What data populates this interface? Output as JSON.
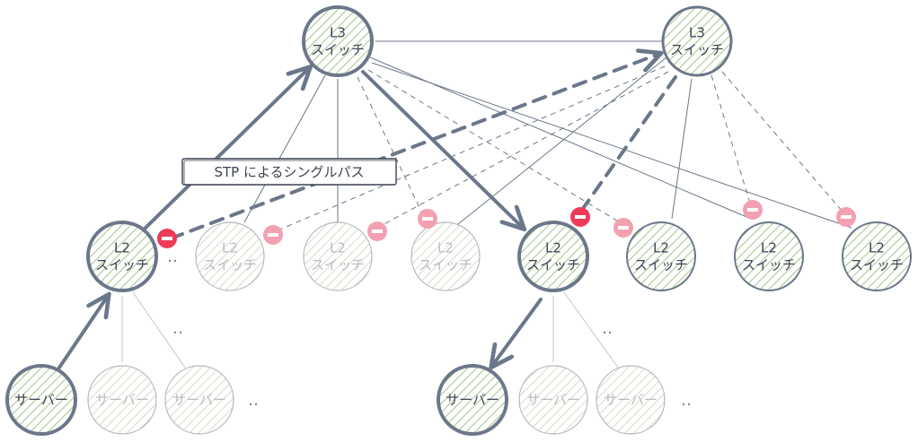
{
  "colors": {
    "line": "#6b778a",
    "line_faded": "#b3b8c0",
    "fill_hatch": "#a9c98f",
    "fill_hatch_faded": "#d5e0cc",
    "block_bright": "#ee3b5a",
    "block_pale": "#f3a0b0"
  },
  "nodes": {
    "l3_left": "L3\nスイッチ",
    "l3_right": "L3\nスイッチ",
    "l2_1": "L2\nスイッチ",
    "l2_2": "L2\nスイッチ",
    "l2_3": "L2\nスイッチ",
    "l2_4": "L2\nスイッチ",
    "l2_5": "L2\nスイッチ",
    "l2_6": "L2\nスイッチ",
    "l2_7": "L2\nスイッチ",
    "l2_8": "L2\nスイッチ",
    "srv_a1": "サーバー",
    "srv_a2": "サーバー",
    "srv_a3": "サーバー",
    "srv_b1": "サーバー",
    "srv_b2": "サーバー",
    "srv_b3": "サーバー"
  },
  "label": {
    "stp": "STP によるシングルパス"
  },
  "ellipsis": "‥"
}
